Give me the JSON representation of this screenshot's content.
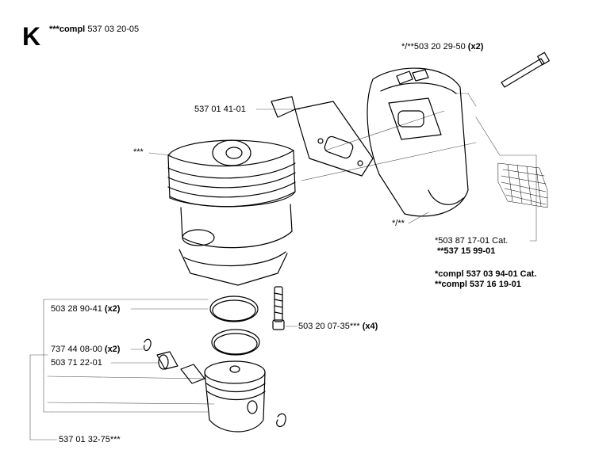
{
  "section": {
    "letter": "K",
    "compl_prefix": "***compl",
    "compl_number": "537 03 20-05"
  },
  "labels": {
    "bracket": "537 01 41-01",
    "cylinder": "***",
    "muffler_bolt": "*/**503 20 29-50",
    "muffler_bolt_qty": "(x2)",
    "muffler": "*/**",
    "screen_a": "*503 87 17-01 Cat.",
    "screen_b": "**537 15 99-01",
    "muffler_compl_a": "*compl 537 03 94-01 Cat.",
    "muffler_compl_b": "**compl 537 16 19-01",
    "ring": "503 28 90-41",
    "ring_qty": "(x2)",
    "cyl_bolt": "503 20 07-35***",
    "cyl_bolt_qty": "(x4)",
    "circlip": "737 44 08-00",
    "circlip_qty": "(x2)",
    "bearing": "503 71 22-01",
    "piston": "537 01 32-75***"
  }
}
